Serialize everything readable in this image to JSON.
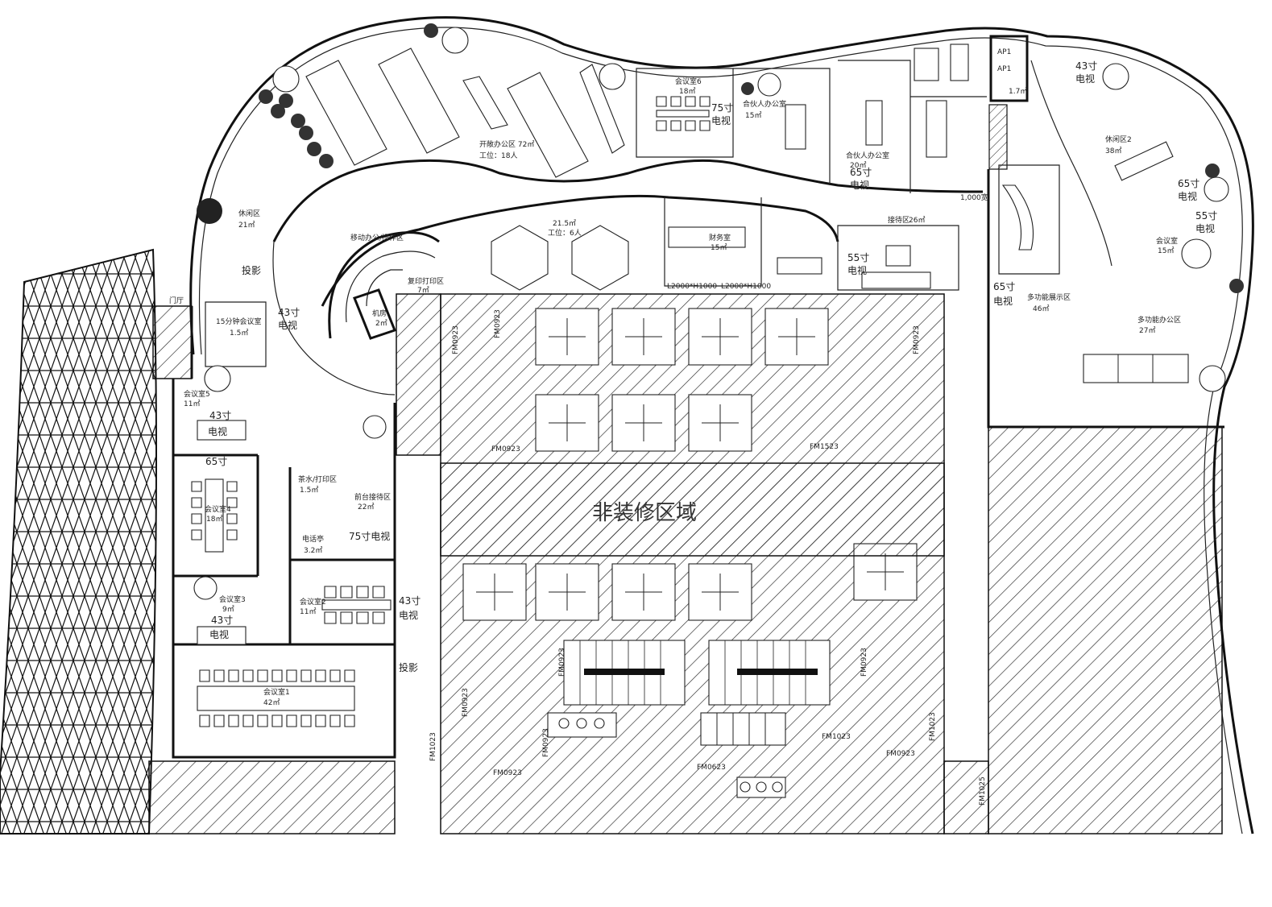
{
  "labels": {
    "open_office": "开敞办公区 72㎡",
    "open_office_seats": "工位：18人",
    "meeting6": "会议室6",
    "meeting6_area": "18㎡",
    "tv75_top": "75寸",
    "tv75_top2": "电视",
    "partner1": "合伙人办公室",
    "partner1_area": "15㎡",
    "partner2": "合伙人办公室",
    "partner2_area": "20㎡",
    "tv65_partner": "65寸",
    "tv65_partner2": "电视",
    "ap1": "AP1",
    "ap2": "AP1",
    "ap_area": "1.7㎡",
    "tv43_right": "43寸",
    "tv43_right2": "电视",
    "lounge2": "休闲区2",
    "lounge2_area": "38㎡",
    "tv65_right": "65寸",
    "tv65_right2": "电视",
    "tv55_right": "55寸",
    "tv55_right2": "电视",
    "meeting_right": "会议室",
    "meeting_right_area": "15㎡",
    "lounge1": "休闲区",
    "lounge1_area": "21㎡",
    "projector1": "投影",
    "door_sign": "门厅",
    "mobile_office": "移动办公/操作区",
    "office_area": "21.5㎡",
    "office_seats": "工位：6人",
    "finance": "财务室",
    "finance_area": "15㎡",
    "reception": "接待区",
    "reception_area": "26㎡",
    "tv55_recep": "55寸",
    "tv55_recep2": "电视",
    "print_area": "复印打印区",
    "print_area_size": "7㎡",
    "server_room": "机房",
    "server_area": "2㎡",
    "tv43_left": "43寸",
    "tv43_left2": "电视",
    "phonebooth15": "15分钟会议室",
    "phonebooth15_area": "1.5㎡",
    "meeting5": "会议室5",
    "meeting5_area": "11㎡",
    "tv43_m5": "43寸",
    "tv43_m5b": "电视",
    "tv65_m4": "65寸",
    "meeting4": "会议室4",
    "meeting4_area": "18㎡",
    "pantry": "茶水/打印区",
    "pantry_area": "1.5㎡",
    "phone_room": "电话亭",
    "phone_room_area": "3.2㎡",
    "reception2": "前台接待区",
    "reception2_area": "22㎡",
    "tv75_recep": "75寸电视",
    "meeting3": "会议室3",
    "meeting3_area": "9㎡",
    "tv43_m3": "43寸",
    "tv43_m3b": "电视",
    "meeting2": "会议室2",
    "meeting2_area": "11㎡",
    "tv43_m2": "43寸",
    "tv43_m2b": "电视",
    "projector2": "投影",
    "meeting1": "会议室1",
    "meeting1_area": "42㎡",
    "non_reno": "非装修区域",
    "multi_display": "多功能展示区",
    "multi_display_area": "46㎡",
    "tv65_display": "65寸",
    "tv65_display2": "电视",
    "multi_office": "多功能办公区",
    "multi_office_area": "27㎡",
    "dim1": "L2000*H1000",
    "dim2": "L2000*H1000",
    "door_code1": "FM0923",
    "door_code2": "FM0923",
    "door_code3": "FM0923",
    "door_code4": "FM0923",
    "door_code5": "FM0923",
    "door_code6": "FM0923",
    "door_code7": "FM1523",
    "door_code8": "FM0923",
    "door_code9": "FM0923",
    "door_code10": "FM0923",
    "door_code11": "FM0923",
    "door_code12": "FM0623",
    "door_code13": "FM1023",
    "door_code14": "FM1023",
    "door_code15": "FM1025",
    "door_code16": "FM1023",
    "dim_right": "1,000宽"
  },
  "colors": {
    "line": "#111111",
    "background": "#ffffff"
  }
}
